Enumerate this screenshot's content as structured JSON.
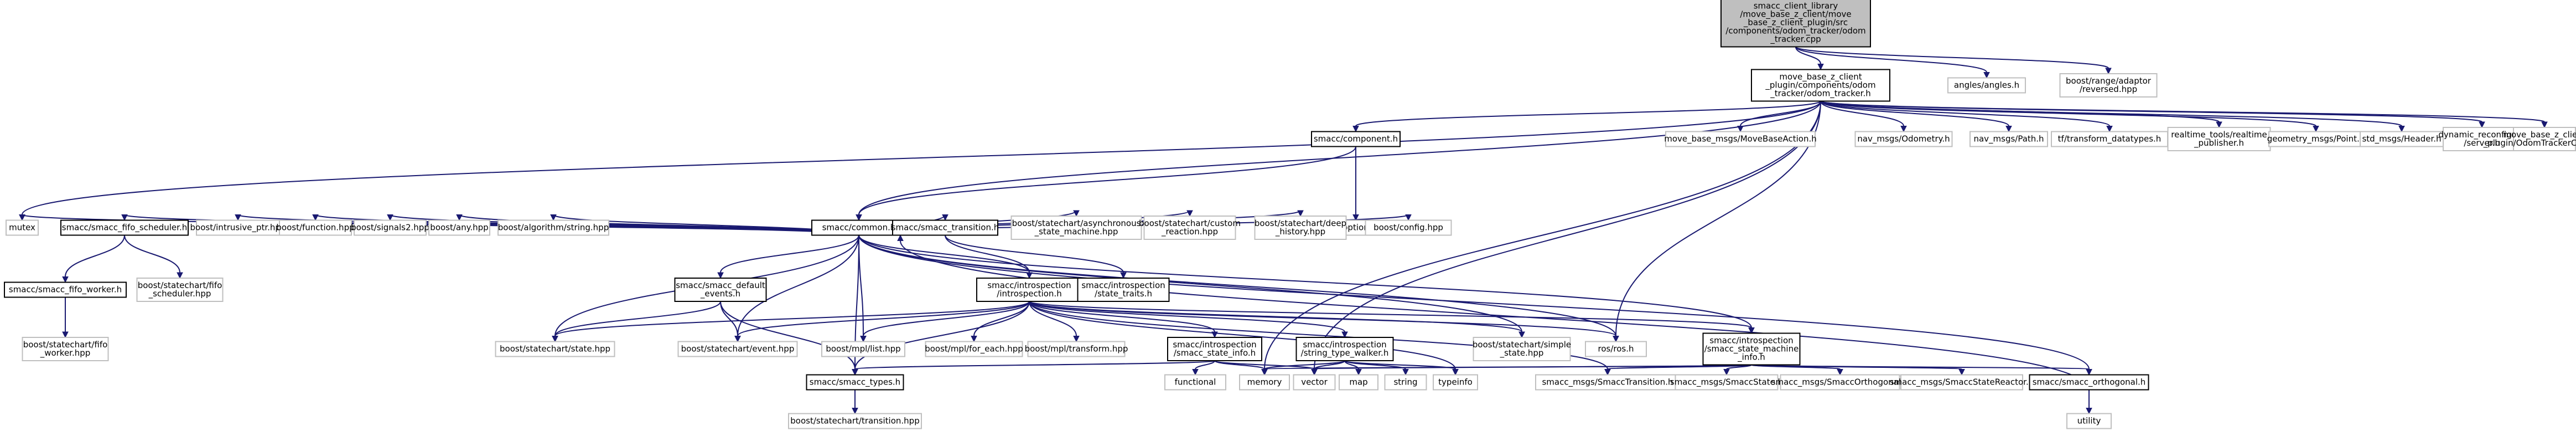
{
  "graph": {
    "nodes": [
      {
        "id": "root",
        "kind": "main",
        "lines": [
          "smacc_client_library",
          "/move_base_z_client/move",
          "_base_z_client_plugin/src",
          "/components/odom_tracker/odom",
          "_tracker.cpp"
        ]
      },
      {
        "id": "odom_tracker_h",
        "kind": "doc",
        "lines": [
          "move_base_z_client",
          "_plugin/components/odom",
          "_tracker/odom_tracker.h"
        ]
      },
      {
        "id": "angles",
        "kind": "ext",
        "lines": [
          "angles/angles.h"
        ]
      },
      {
        "id": "boost_range_reversed",
        "kind": "ext",
        "lines": [
          "boost/range/adaptor",
          "/reversed.hpp"
        ]
      },
      {
        "id": "mutex",
        "kind": "ext",
        "lines": [
          "mutex"
        ]
      },
      {
        "id": "component_h",
        "kind": "doc",
        "lines": [
          "smacc/component.h"
        ]
      },
      {
        "id": "move_base_action",
        "kind": "ext",
        "lines": [
          "move_base_msgs/MoveBaseAction.h"
        ]
      },
      {
        "id": "odometry",
        "kind": "ext",
        "lines": [
          "nav_msgs/Odometry.h"
        ]
      },
      {
        "id": "path",
        "kind": "ext",
        "lines": [
          "nav_msgs/Path.h"
        ]
      },
      {
        "id": "tf_datatypes",
        "kind": "ext",
        "lines": [
          "tf/transform_datatypes.h"
        ]
      },
      {
        "id": "realtime_publisher",
        "kind": "ext",
        "lines": [
          "realtime_tools/realtime",
          "_publisher.h"
        ]
      },
      {
        "id": "point",
        "kind": "ext",
        "lines": [
          "geometry_msgs/Point.h"
        ]
      },
      {
        "id": "header",
        "kind": "ext",
        "lines": [
          "std_msgs/Header.h"
        ]
      },
      {
        "id": "dyn_server",
        "kind": "ext",
        "lines": [
          "dynamic_reconfigure",
          "/server.h"
        ]
      },
      {
        "id": "odom_config",
        "kind": "ext",
        "lines": [
          "move_base_z_client",
          "_plugin/OdomTrackerConfig.h"
        ]
      },
      {
        "id": "common_h",
        "kind": "doc",
        "lines": [
          "smacc/common.h"
        ]
      },
      {
        "id": "boost_optional",
        "kind": "ext",
        "lines": [
          "boost/optional.hpp"
        ]
      },
      {
        "id": "fifo_scheduler_h",
        "kind": "doc",
        "lines": [
          "smacc/smacc_fifo_scheduler.h"
        ]
      },
      {
        "id": "intrusive_ptr",
        "kind": "ext",
        "lines": [
          "boost/intrusive_ptr.hpp"
        ]
      },
      {
        "id": "boost_function",
        "kind": "ext",
        "lines": [
          "boost/function.hpp"
        ]
      },
      {
        "id": "boost_signals2",
        "kind": "ext",
        "lines": [
          "boost/signals2.hpp"
        ]
      },
      {
        "id": "boost_any",
        "kind": "ext",
        "lines": [
          "boost/any.hpp"
        ]
      },
      {
        "id": "boost_alg_string",
        "kind": "ext",
        "lines": [
          "boost/algorithm/string.hpp"
        ]
      },
      {
        "id": "transition_h",
        "kind": "doc",
        "lines": [
          "smacc/smacc_transition.h"
        ]
      },
      {
        "id": "async_sm",
        "kind": "ext",
        "lines": [
          "boost/statechart/asynchronous",
          "_state_machine.hpp"
        ]
      },
      {
        "id": "custom_reaction",
        "kind": "ext",
        "lines": [
          "boost/statechart/custom",
          "_reaction.hpp"
        ]
      },
      {
        "id": "deep_history",
        "kind": "ext",
        "lines": [
          "boost/statechart/deep",
          "_history.hpp"
        ]
      },
      {
        "id": "boost_config",
        "kind": "ext",
        "lines": [
          "boost/config.hpp"
        ]
      },
      {
        "id": "fifo_worker_h",
        "kind": "doc",
        "lines": [
          "smacc/smacc_fifo_worker.h"
        ]
      },
      {
        "id": "sc_fifo_scheduler",
        "kind": "ext",
        "lines": [
          "boost/statechart/fifo",
          "_scheduler.hpp"
        ]
      },
      {
        "id": "default_events_h",
        "kind": "doc",
        "lines": [
          "smacc/smacc_default",
          "_events.h"
        ]
      },
      {
        "id": "introspection_h",
        "kind": "doc",
        "lines": [
          "smacc/introspection",
          "/introspection.h"
        ]
      },
      {
        "id": "state_traits_h",
        "kind": "doc",
        "lines": [
          "smacc/introspection",
          "/state_traits.h"
        ]
      },
      {
        "id": "sc_fifo_worker",
        "kind": "ext",
        "lines": [
          "boost/statechart/fifo",
          "_worker.hpp"
        ]
      },
      {
        "id": "sc_state",
        "kind": "ext",
        "lines": [
          "boost/statechart/state.hpp"
        ]
      },
      {
        "id": "sc_event",
        "kind": "ext",
        "lines": [
          "boost/statechart/event.hpp"
        ]
      },
      {
        "id": "mpl_list",
        "kind": "ext",
        "lines": [
          "boost/mpl/list.hpp"
        ]
      },
      {
        "id": "mpl_for_each",
        "kind": "ext",
        "lines": [
          "boost/mpl/for_each.hpp"
        ]
      },
      {
        "id": "mpl_transform",
        "kind": "ext",
        "lines": [
          "boost/mpl/transform.hpp"
        ]
      },
      {
        "id": "smacc_state_info_h",
        "kind": "doc",
        "lines": [
          "smacc/introspection",
          "/smacc_state_info.h"
        ]
      },
      {
        "id": "string_type_walker_h",
        "kind": "doc",
        "lines": [
          "smacc/introspection",
          "/string_type_walker.h"
        ]
      },
      {
        "id": "simple_state",
        "kind": "ext",
        "lines": [
          "boost/statechart/simple",
          "_state.hpp"
        ]
      },
      {
        "id": "ros_h",
        "kind": "ext",
        "lines": [
          "ros/ros.h"
        ]
      },
      {
        "id": "sm_info_h",
        "kind": "doc",
        "lines": [
          "smacc/introspection",
          "/smacc_state_machine",
          "_info.h"
        ]
      },
      {
        "id": "types_h",
        "kind": "doc",
        "lines": [
          "smacc/smacc_types.h"
        ]
      },
      {
        "id": "functional",
        "kind": "ext",
        "lines": [
          "functional"
        ]
      },
      {
        "id": "memory",
        "kind": "ext",
        "lines": [
          "memory"
        ]
      },
      {
        "id": "vector",
        "kind": "ext",
        "lines": [
          "vector"
        ]
      },
      {
        "id": "map",
        "kind": "ext",
        "lines": [
          "map"
        ]
      },
      {
        "id": "string",
        "kind": "ext",
        "lines": [
          "string"
        ]
      },
      {
        "id": "typeinfo",
        "kind": "ext",
        "lines": [
          "typeinfo"
        ]
      },
      {
        "id": "msg_transition",
        "kind": "ext",
        "lines": [
          "smacc_msgs/SmaccTransition.h"
        ]
      },
      {
        "id": "msg_state",
        "kind": "ext",
        "lines": [
          "smacc_msgs/SmaccState.h"
        ]
      },
      {
        "id": "msg_orthogonal",
        "kind": "ext",
        "lines": [
          "smacc_msgs/SmaccOrthogonal.h"
        ]
      },
      {
        "id": "msg_state_reactor",
        "kind": "ext",
        "lines": [
          "smacc_msgs/SmaccStateReactor.h"
        ]
      },
      {
        "id": "orthogonal_h",
        "kind": "doc",
        "lines": [
          "smacc/smacc_orthogonal.h"
        ]
      },
      {
        "id": "sc_transition",
        "kind": "ext",
        "lines": [
          "boost/statechart/transition.hpp"
        ]
      },
      {
        "id": "utility",
        "kind": "ext",
        "lines": [
          "utility"
        ]
      }
    ],
    "edges": [
      [
        "root",
        "odom_tracker_h"
      ],
      [
        "root",
        "angles"
      ],
      [
        "root",
        "boost_range_reversed"
      ],
      [
        "odom_tracker_h",
        "mutex"
      ],
      [
        "odom_tracker_h",
        "component_h"
      ],
      [
        "odom_tracker_h",
        "common_h"
      ],
      [
        "odom_tracker_h",
        "move_base_action"
      ],
      [
        "odom_tracker_h",
        "odometry"
      ],
      [
        "odom_tracker_h",
        "path"
      ],
      [
        "odom_tracker_h",
        "tf_datatypes"
      ],
      [
        "odom_tracker_h",
        "realtime_publisher"
      ],
      [
        "odom_tracker_h",
        "point"
      ],
      [
        "odom_tracker_h",
        "header"
      ],
      [
        "odom_tracker_h",
        "dyn_server"
      ],
      [
        "odom_tracker_h",
        "odom_config"
      ],
      [
        "odom_tracker_h",
        "ros_h"
      ],
      [
        "odom_tracker_h",
        "vector"
      ],
      [
        "odom_tracker_h",
        "memory"
      ],
      [
        "component_h",
        "boost_optional"
      ],
      [
        "component_h",
        "common_h"
      ],
      [
        "common_h",
        "mutex"
      ],
      [
        "common_h",
        "fifo_scheduler_h"
      ],
      [
        "common_h",
        "intrusive_ptr"
      ],
      [
        "common_h",
        "boost_function"
      ],
      [
        "common_h",
        "boost_signals2"
      ],
      [
        "common_h",
        "boost_any"
      ],
      [
        "common_h",
        "boost_alg_string"
      ],
      [
        "common_h",
        "transition_h"
      ],
      [
        "common_h",
        "async_sm"
      ],
      [
        "common_h",
        "custom_reaction"
      ],
      [
        "common_h",
        "deep_history"
      ],
      [
        "common_h",
        "boost_config"
      ],
      [
        "common_h",
        "default_events_h"
      ],
      [
        "common_h",
        "introspection_h"
      ],
      [
        "common_h",
        "sc_state"
      ],
      [
        "common_h",
        "sc_event"
      ],
      [
        "common_h",
        "mpl_list"
      ],
      [
        "common_h",
        "types_h"
      ],
      [
        "common_h",
        "simple_state"
      ],
      [
        "common_h",
        "ros_h"
      ],
      [
        "common_h",
        "sm_info_h"
      ],
      [
        "common_h",
        "orthogonal_h"
      ],
      [
        "fifo_scheduler_h",
        "fifo_worker_h"
      ],
      [
        "fifo_scheduler_h",
        "sc_fifo_scheduler"
      ],
      [
        "fifo_worker_h",
        "sc_fifo_worker"
      ],
      [
        "transition_h",
        "introspection_h"
      ],
      [
        "transition_h",
        "state_traits_h"
      ],
      [
        "default_events_h",
        "sc_state"
      ],
      [
        "default_events_h",
        "sc_event"
      ],
      [
        "default_events_h",
        "types_h"
      ],
      [
        "introspection_h",
        "sc_state"
      ],
      [
        "introspection_h",
        "sc_event"
      ],
      [
        "introspection_h",
        "mpl_list"
      ],
      [
        "introspection_h",
        "mpl_for_each"
      ],
      [
        "introspection_h",
        "mpl_transform"
      ],
      [
        "introspection_h",
        "smacc_state_info_h"
      ],
      [
        "introspection_h",
        "string_type_walker_h"
      ],
      [
        "introspection_h",
        "simple_state"
      ],
      [
        "introspection_h",
        "ros_h"
      ],
      [
        "introspection_h",
        "sm_info_h"
      ],
      [
        "introspection_h",
        "types_h"
      ],
      [
        "introspection_h",
        "typeinfo"
      ],
      [
        "introspection_h",
        "msg_transition"
      ],
      [
        "smacc_state_info_h",
        "types_h"
      ],
      [
        "smacc_state_info_h",
        "functional"
      ],
      [
        "smacc_state_info_h",
        "memory"
      ],
      [
        "smacc_state_info_h",
        "vector"
      ],
      [
        "string_type_walker_h",
        "memory"
      ],
      [
        "string_type_walker_h",
        "vector"
      ],
      [
        "string_type_walker_h",
        "map"
      ],
      [
        "string_type_walker_h",
        "string"
      ],
      [
        "string_type_walker_h",
        "typeinfo"
      ],
      [
        "sm_info_h",
        "memory"
      ],
      [
        "sm_info_h",
        "vector"
      ],
      [
        "sm_info_h",
        "msg_transition"
      ],
      [
        "sm_info_h",
        "msg_state"
      ],
      [
        "sm_info_h",
        "msg_orthogonal"
      ],
      [
        "sm_info_h",
        "msg_state_reactor"
      ],
      [
        "sm_info_h",
        "orthogonal_h"
      ],
      [
        "orthogonal_h",
        "common_h"
      ],
      [
        "orthogonal_h",
        "utility"
      ],
      [
        "types_h",
        "sc_transition"
      ]
    ]
  }
}
